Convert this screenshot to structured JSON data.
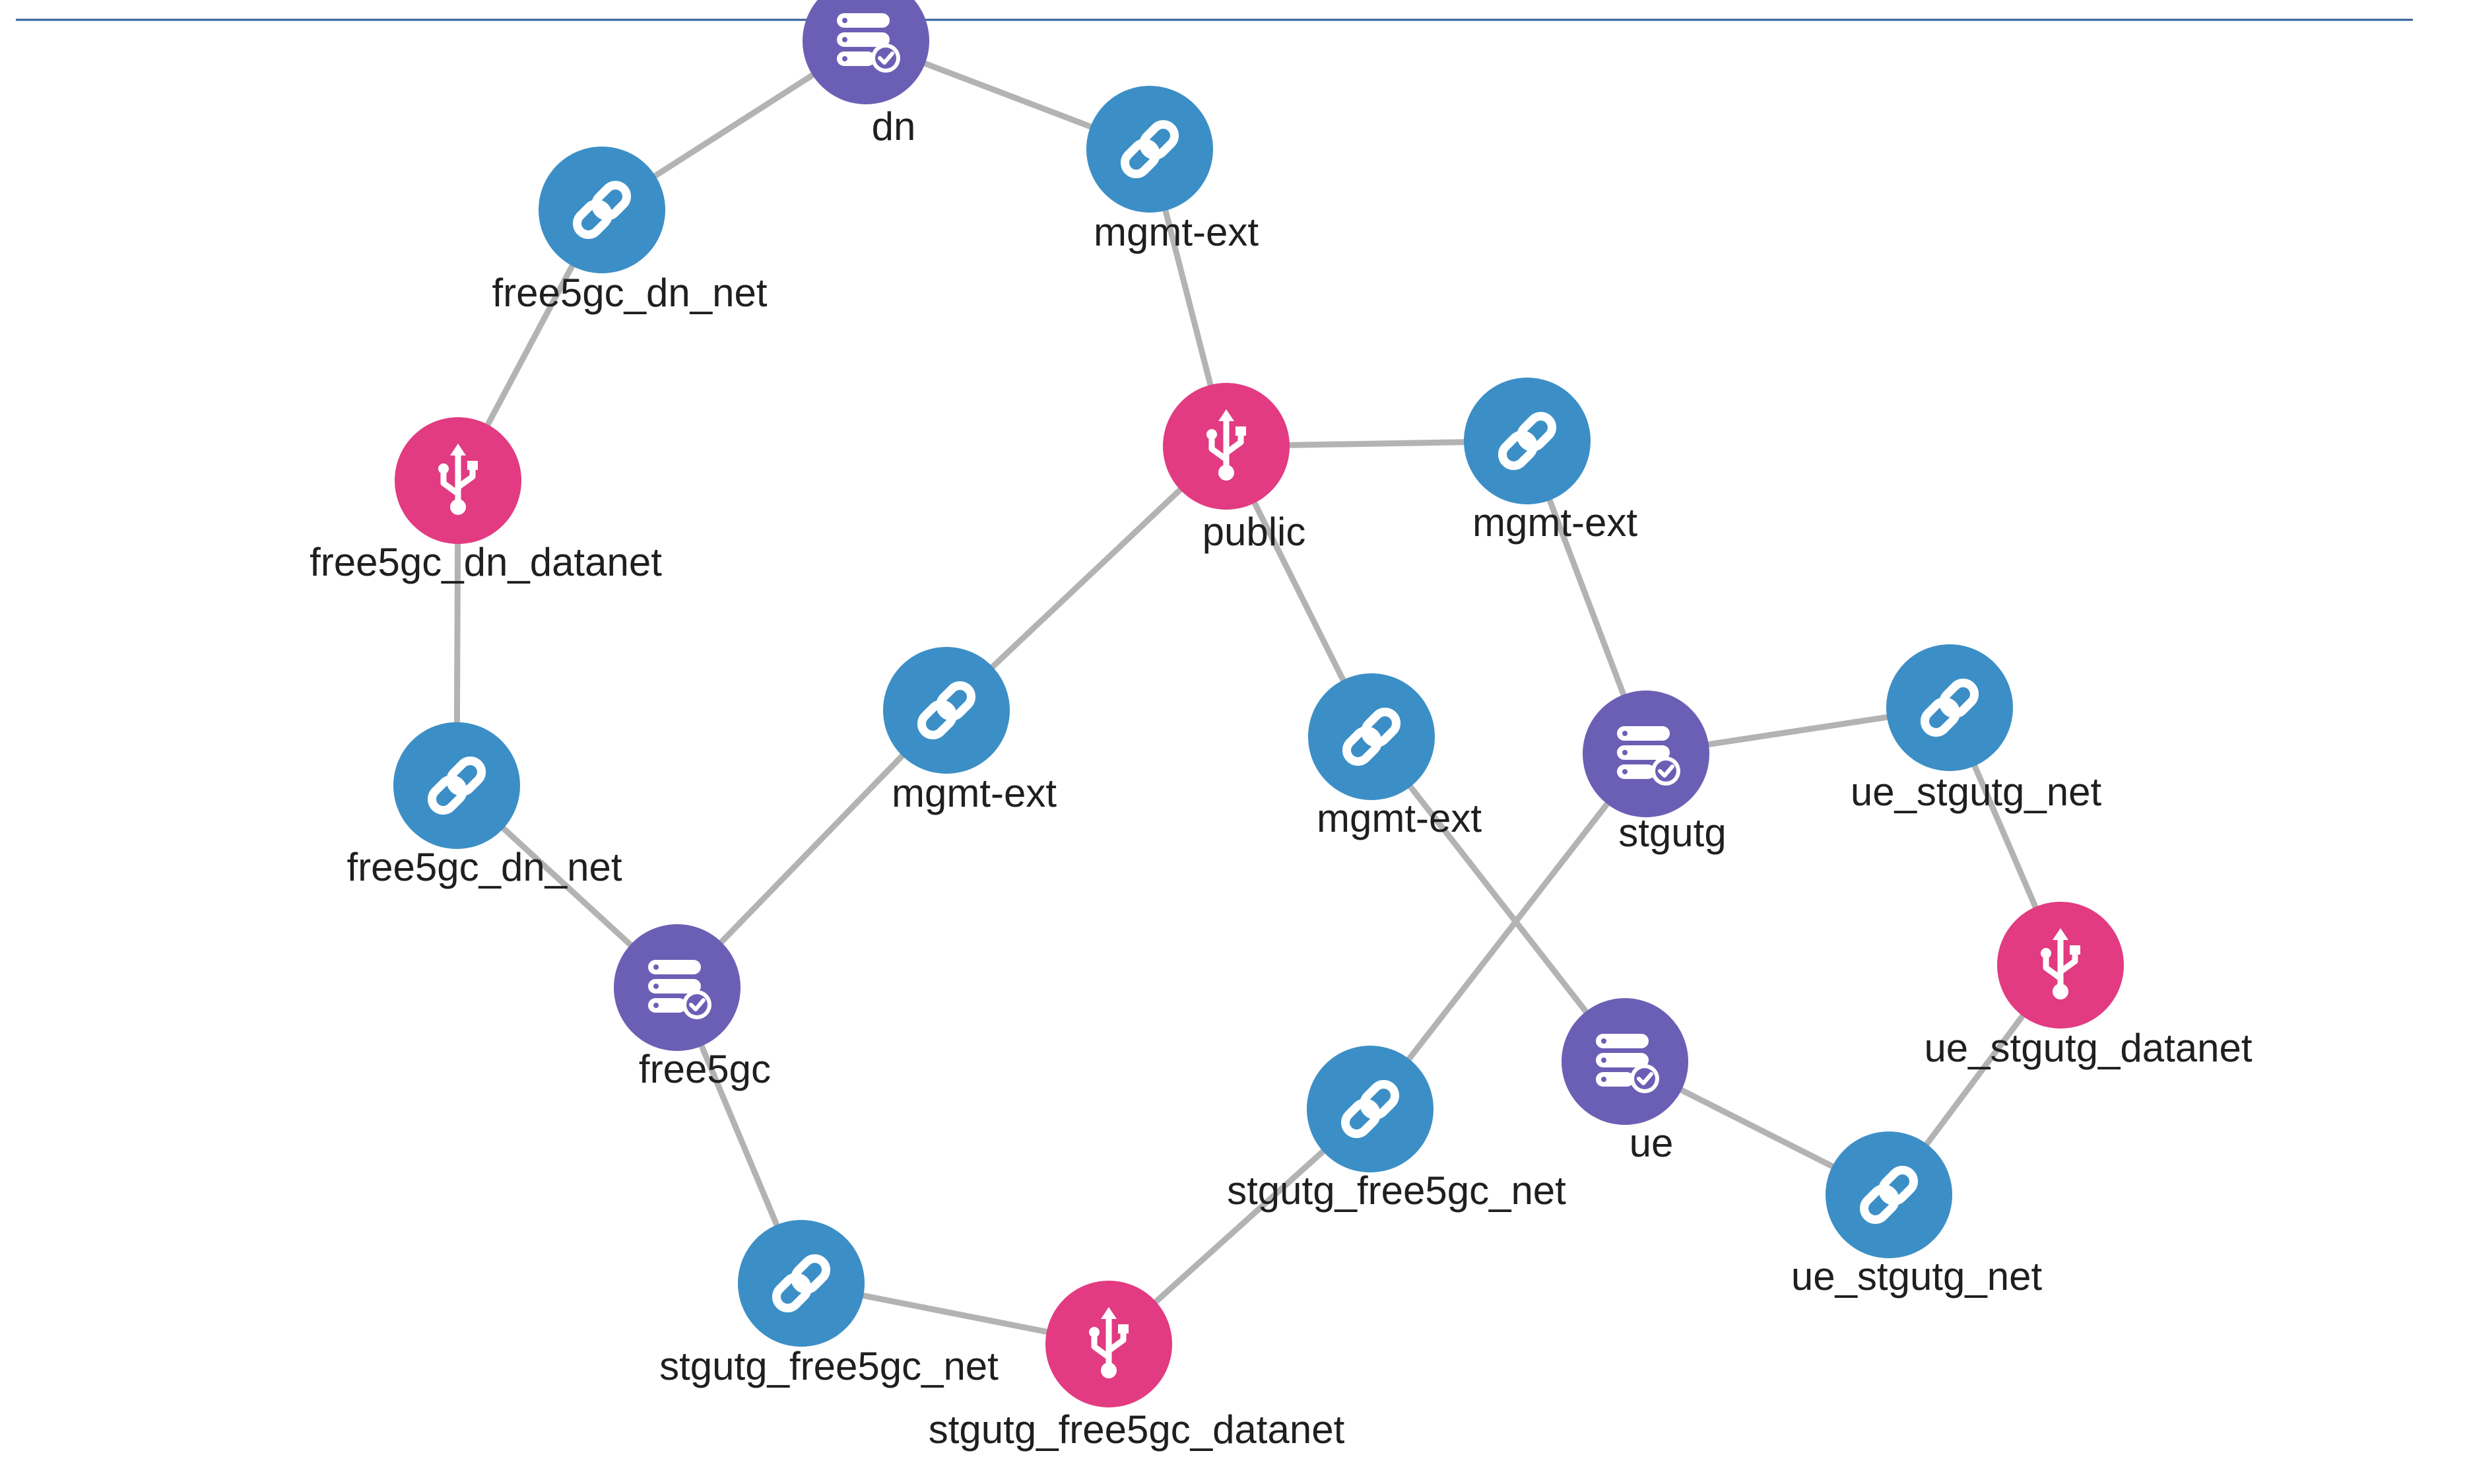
{
  "colors": {
    "network": "#3c8fc6",
    "bridge": "#e23b82",
    "server": "#6b5fb5",
    "edge": "#b3b3b3",
    "rule": "#2f5e9c"
  },
  "nodes": [
    {
      "id": "dn",
      "label": "dn",
      "kind": "server",
      "icon": "server-stack-icon"
    },
    {
      "id": "mgmt1",
      "label": "mgmt-ext",
      "kind": "network",
      "icon": "link-icon"
    },
    {
      "id": "f5dnnet1",
      "label": "free5gc_dn_net",
      "kind": "network",
      "icon": "link-icon"
    },
    {
      "id": "f5dndatanet",
      "label": "free5gc_dn_datanet",
      "kind": "bridge",
      "icon": "usb-icon"
    },
    {
      "id": "public",
      "label": "public",
      "kind": "bridge",
      "icon": "usb-icon"
    },
    {
      "id": "mgmt2",
      "label": "mgmt-ext",
      "kind": "network",
      "icon": "link-icon"
    },
    {
      "id": "mgmt3",
      "label": "mgmt-ext",
      "kind": "network",
      "icon": "link-icon"
    },
    {
      "id": "mgmt4",
      "label": "mgmt-ext",
      "kind": "network",
      "icon": "link-icon"
    },
    {
      "id": "stgutg",
      "label": "stgutg",
      "kind": "server",
      "icon": "server-stack-icon"
    },
    {
      "id": "uenet1",
      "label": "ue_stgutg_net",
      "kind": "network",
      "icon": "link-icon"
    },
    {
      "id": "f5dnnet2",
      "label": "free5gc_dn_net",
      "kind": "network",
      "icon": "link-icon"
    },
    {
      "id": "free5gc",
      "label": "free5gc",
      "kind": "server",
      "icon": "server-stack-icon"
    },
    {
      "id": "uedatanet",
      "label": "ue_stgutg_datanet",
      "kind": "bridge",
      "icon": "usb-icon"
    },
    {
      "id": "ue",
      "label": "ue",
      "kind": "server",
      "icon": "server-stack-icon"
    },
    {
      "id": "sfnet1",
      "label": "stgutg_free5gc_net",
      "kind": "network",
      "icon": "link-icon"
    },
    {
      "id": "uenet2",
      "label": "ue_stgutg_net",
      "kind": "network",
      "icon": "link-icon"
    },
    {
      "id": "sfnet2",
      "label": "stgutg_free5gc_net",
      "kind": "network",
      "icon": "link-icon"
    },
    {
      "id": "sfdatanet",
      "label": "stgutg_free5gc_datanet",
      "kind": "bridge",
      "icon": "usb-icon"
    }
  ],
  "edges": [
    [
      "dn",
      "mgmt1"
    ],
    [
      "dn",
      "f5dnnet1"
    ],
    [
      "f5dnnet1",
      "f5dndatanet"
    ],
    [
      "f5dndatanet",
      "f5dnnet2"
    ],
    [
      "f5dnnet2",
      "free5gc"
    ],
    [
      "mgmt1",
      "public"
    ],
    [
      "public",
      "mgmt2"
    ],
    [
      "public",
      "mgmt3"
    ],
    [
      "public",
      "mgmt4"
    ],
    [
      "mgmt2",
      "stgutg"
    ],
    [
      "mgmt3",
      "free5gc"
    ],
    [
      "mgmt4",
      "ue"
    ],
    [
      "stgutg",
      "uenet1"
    ],
    [
      "uenet1",
      "uedatanet"
    ],
    [
      "uedatanet",
      "uenet2"
    ],
    [
      "ue",
      "uenet2"
    ],
    [
      "stgutg",
      "sfnet1"
    ],
    [
      "sfnet1",
      "sfdatanet"
    ],
    [
      "free5gc",
      "sfnet2"
    ],
    [
      "sfnet2",
      "sfdatanet"
    ]
  ]
}
